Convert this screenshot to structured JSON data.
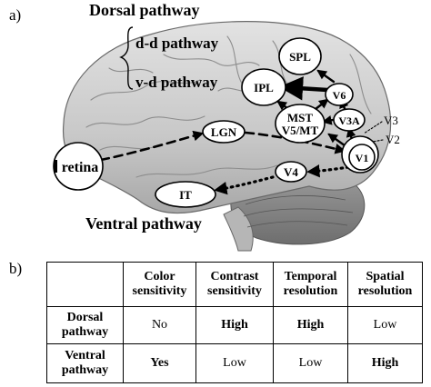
{
  "panel_a": {
    "label": "a)",
    "dorsal_title": "Dorsal pathway",
    "dd_label": "d-d pathway",
    "vd_label": "v-d pathway",
    "ventral_title": "Ventral pathway",
    "areas": {
      "retina": "retina",
      "lgn": "LGN",
      "v1": "V1",
      "v2": "V2",
      "v3": "V3",
      "v3a": "V3A",
      "v4": "V4",
      "v6": "V6",
      "it": "IT",
      "ipl": "IPL",
      "spl": "SPL",
      "mst_line1": "MST",
      "mst_line2": "V5/MT"
    }
  },
  "panel_b": {
    "label": "b)",
    "columns": [
      "",
      "Color sensitivity",
      "Contrast sensitivity",
      "Temporal resolution",
      "Spatial resolution"
    ],
    "rows": [
      {
        "name": "Dorsal pathway",
        "cells": [
          "No",
          "High",
          "High",
          "Low"
        ],
        "bold": [
          false,
          true,
          true,
          false
        ]
      },
      {
        "name": "Ventral pathway",
        "cells": [
          "Yes",
          "Low",
          "Low",
          "High"
        ],
        "bold": [
          true,
          false,
          false,
          true
        ]
      }
    ]
  }
}
